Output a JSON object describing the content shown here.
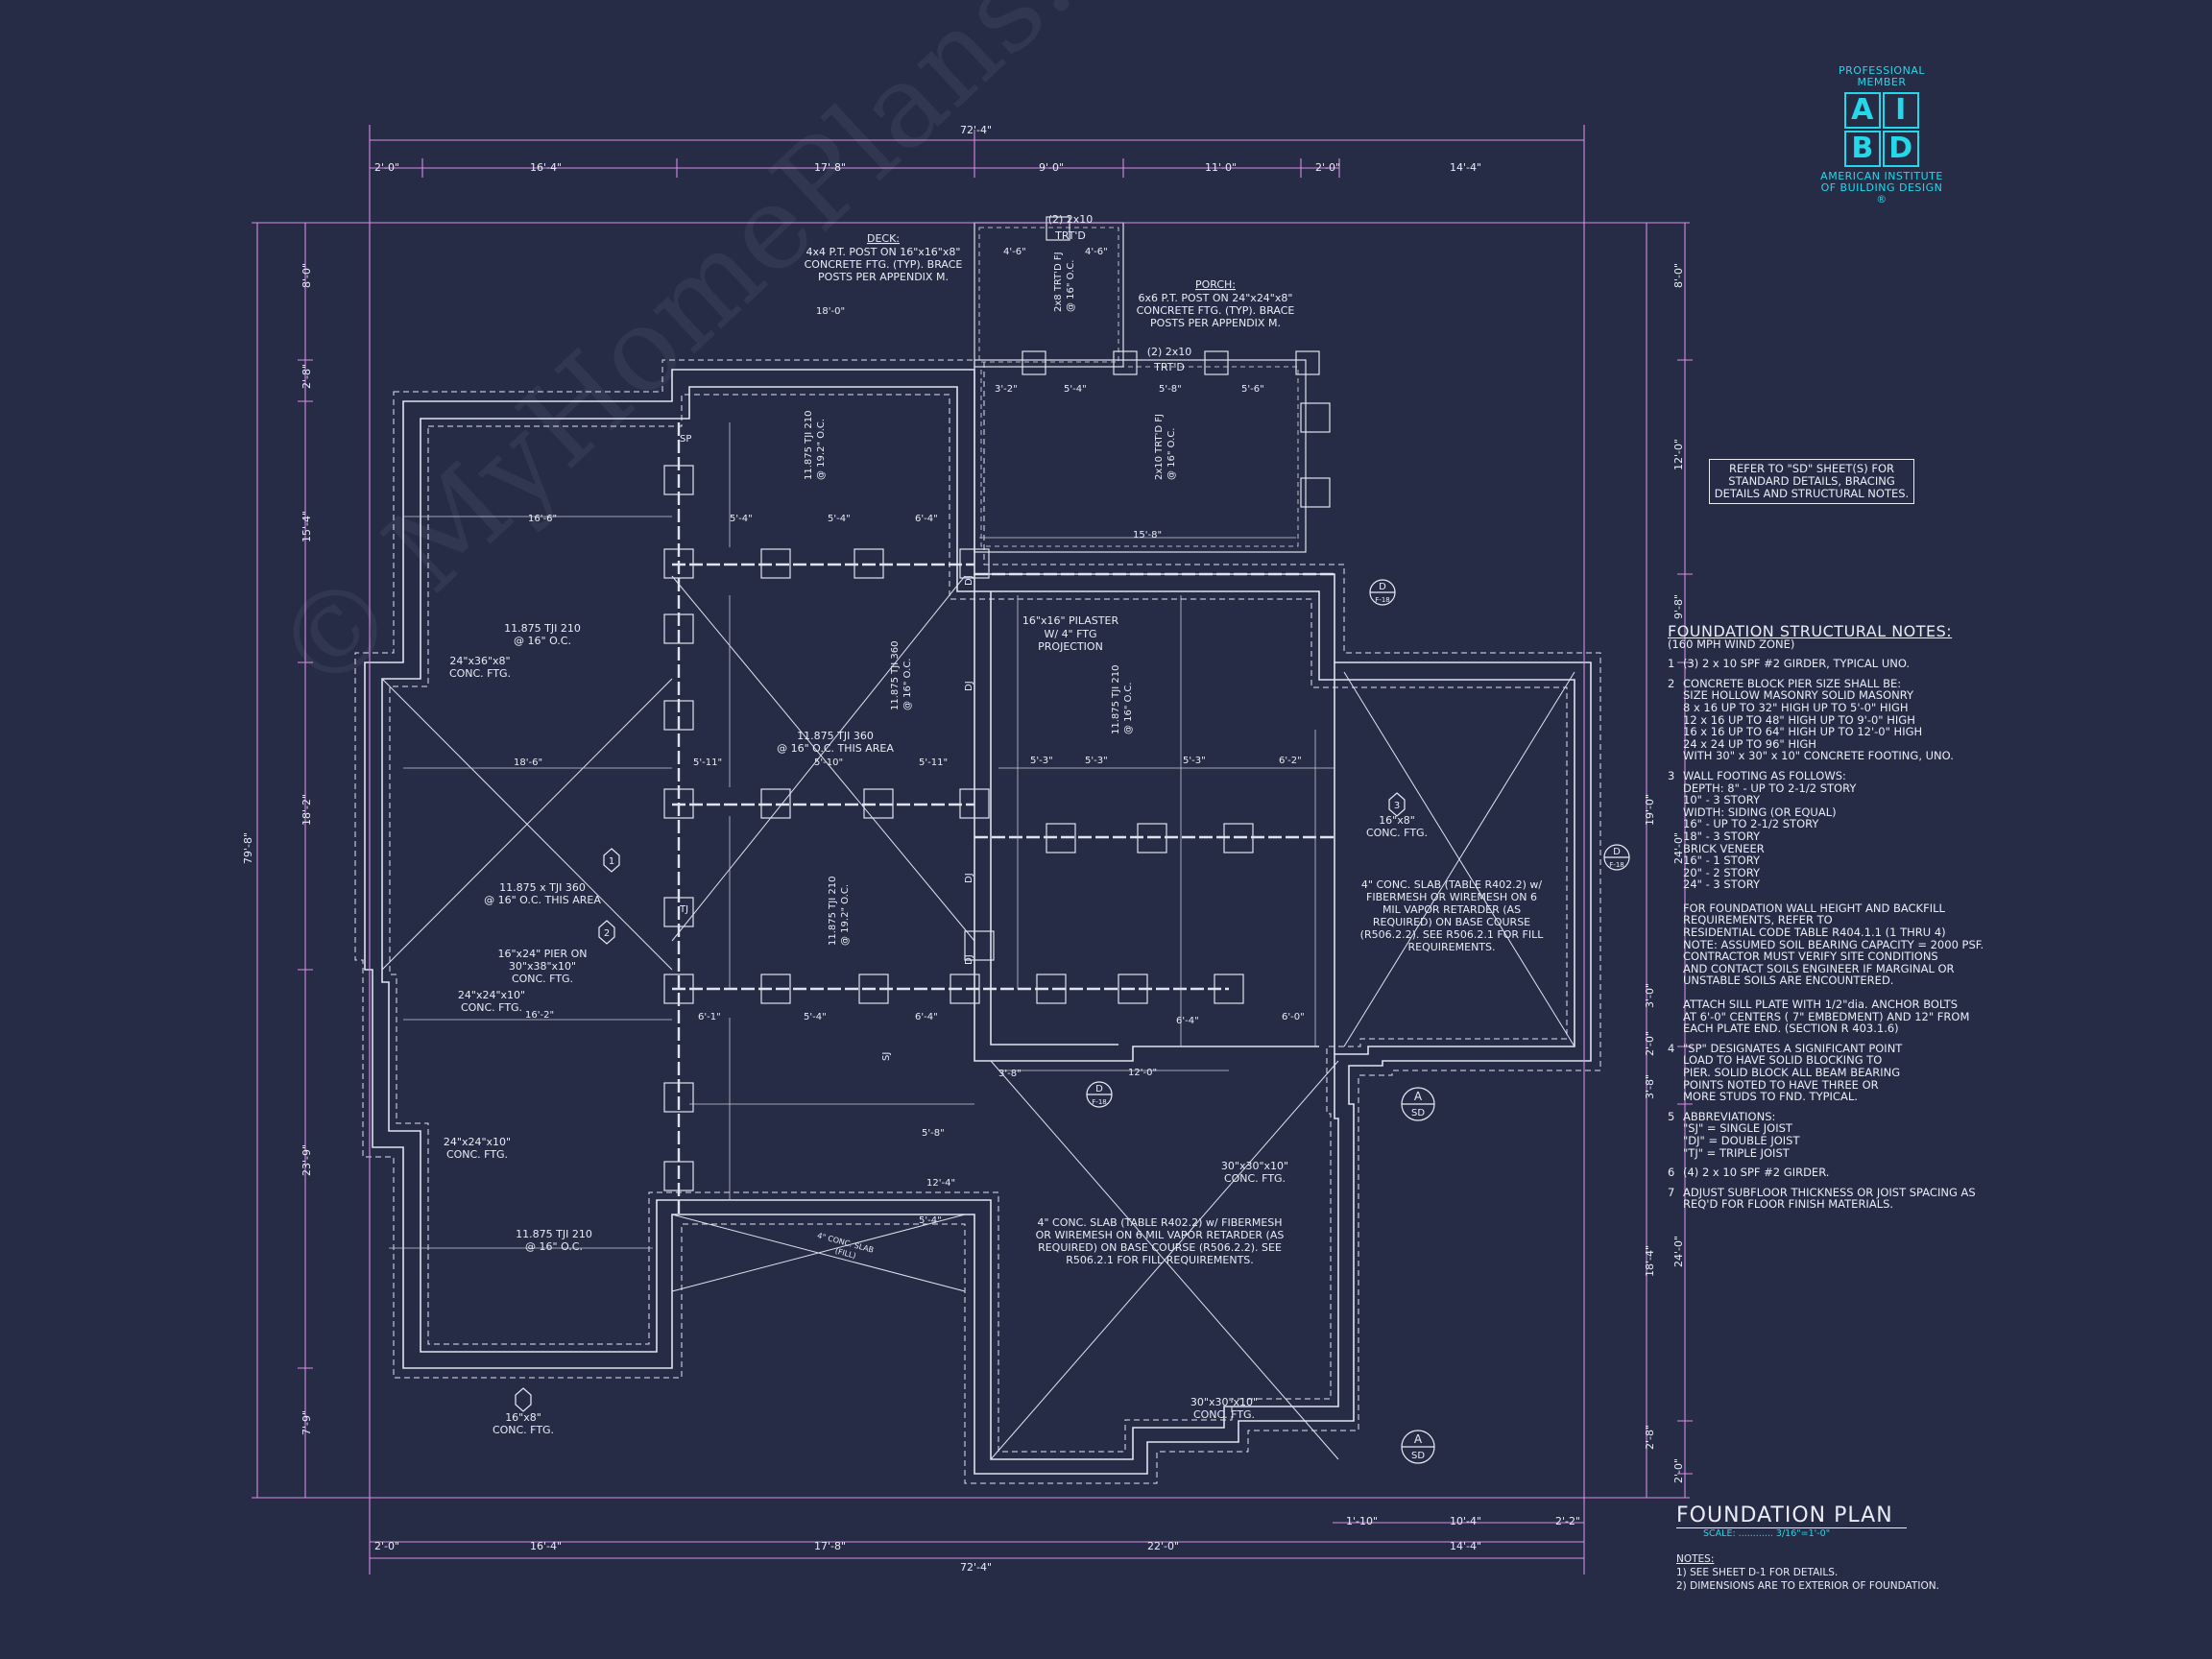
{
  "logo": {
    "top_text": "PROFESSIONAL MEMBER",
    "letters": [
      "A",
      "I",
      "B",
      "D"
    ],
    "bottom_text": "AMERICAN INSTITUTE OF BUILDING DESIGN",
    "registered": "®"
  },
  "ref_note": "REFER TO \"SD\" SHEET(S) FOR STANDARD DETAILS, BRACING DETAILS AND STRUCTURAL NOTES.",
  "notes": {
    "title": "FOUNDATION STRUCTURAL NOTES:",
    "subtitle": "(160 MPH WIND ZONE)",
    "items": [
      {
        "num": "1",
        "lines": [
          "(3) 2 x 10 SPF #2 GIRDER, TYPICAL UNO."
        ]
      },
      {
        "num": "2",
        "lines": [
          "CONCRETE BLOCK PIER SIZE SHALL BE:",
          "SIZE    HOLLOW MASONRY    SOLID MASONRY",
          "8 x 16    UP TO 32\" HIGH    UP TO 5'-0\" HIGH",
          "12 x 16    UP TO 48\" HIGH    UP TO 9'-0\" HIGH",
          "16 x 16    UP TO 64\" HIGH    UP TO 12'-0\" HIGH",
          "24 x 24    UP TO 96\" HIGH",
          "WITH 30\" x 30\" x 10\" CONCRETE FOOTING, UNO."
        ]
      },
      {
        "num": "3",
        "lines": [
          "WALL FOOTING AS FOLLOWS:",
          "DEPTH: 8\" - UP TO 2-1/2 STORY",
          "10\" - 3 STORY",
          "WIDTH: SIDING (OR EQUAL)",
          "16\" - UP TO 2-1/2 STORY",
          "18\" - 3 STORY",
          "BRICK VENEER",
          "16\" - 1 STORY",
          "20\" - 2 STORY",
          "24\" - 3 STORY",
          " ",
          "FOR FOUNDATION WALL HEIGHT AND BACKFILL",
          "REQUIREMENTS, REFER TO",
          "RESIDENTIAL CODE TABLE R404.1.1 (1 THRU 4)",
          "NOTE: ASSUMED SOIL BEARING CAPACITY = 2000 PSF.",
          "CONTRACTOR MUST VERIFY SITE CONDITIONS",
          "AND CONTACT SOILS ENGINEER IF MARGINAL OR",
          "UNSTABLE SOILS ARE ENCOUNTERED.",
          " ",
          "ATTACH SILL PLATE WITH 1/2\"dia. ANCHOR BOLTS",
          "AT 6'-0\" CENTERS ( 7\" EMBEDMENT) AND 12\" FROM",
          "EACH PLATE END. (SECTION R 403.1.6)"
        ]
      },
      {
        "num": "4",
        "lines": [
          "\"SP\" DESIGNATES A SIGNIFICANT POINT",
          "LOAD TO HAVE SOLID BLOCKING TO",
          "PIER. SOLID BLOCK ALL BEAM BEARING",
          "POINTS NOTED TO HAVE THREE OR",
          "MORE STUDS TO FND. TYPICAL."
        ]
      },
      {
        "num": "5",
        "lines": [
          "ABBREVIATIONS:",
          "\"SJ\" = SINGLE JOIST",
          "\"DJ\" = DOUBLE JOIST",
          "\"TJ\" = TRIPLE JOIST"
        ]
      },
      {
        "num": "6",
        "lines": [
          "(4) 2 x 10 SPF #2 GIRDER."
        ]
      },
      {
        "num": "7",
        "lines": [
          "ADJUST SUBFLOOR THICKNESS OR JOIST SPACING AS",
          "REQ'D FOR FLOOR FINISH MATERIALS."
        ]
      }
    ]
  },
  "title_block": {
    "title": "FOUNDATION PLAN",
    "scale": "SCALE: ............ 3/16\"=1'-0\"",
    "notes_head": "NOTES:",
    "notes": [
      "1) SEE SHEET D-1 FOR DETAILS.",
      "2) DIMENSIONS ARE TO EXTERIOR OF FOUNDATION."
    ]
  },
  "dims": {
    "overall_top": "72'-4\"",
    "overall_bottom": "72'-4\"",
    "overall_left": "79'-8\"",
    "top": [
      "2'-0\"",
      "16'-4\"",
      "17'-8\"",
      "9'-0\"",
      "11'-0\"",
      "2'-0\"",
      "14'-4\""
    ],
    "bottom": [
      "2'-0\"",
      "16'-4\"",
      "17'-8\"",
      "22'-0\"",
      "14'-4\""
    ],
    "bottom_upper": [
      "1'-10\"",
      "10'-4\"",
      "2'-2\""
    ],
    "left": [
      "8'-0\"",
      "2'-8\"",
      "15'-4\"",
      "18'-2\"",
      "23'-9\"",
      "7'-9\""
    ],
    "right": [
      "8'-0\"",
      "12'-0\"",
      "9'-8\"",
      "19'-0\"",
      "24'-0\"",
      "3'-0\"",
      "2'-0\"",
      "3'-8\"",
      "24'-0\"",
      "18'-4\"",
      "2'-8\"",
      "2'-0\""
    ]
  },
  "callouts": {
    "deck": [
      "DECK:",
      "4x4 P.T. POST ON 16\"x16\"x8\"",
      "CONCRETE FTG. (TYP). BRACE",
      "POSTS PER APPENDIX M."
    ],
    "porch": [
      "PORCH:",
      "6x6 P.T. POST ON 24\"x24\"x8\"",
      "CONCRETE FTG. (TYP). BRACE",
      "POSTS PER APPENDIX M."
    ],
    "pilaster": [
      "16\"x16\" PILASTER",
      "W/ 4\" FTG",
      "PROJECTION"
    ],
    "ftg_24x36": [
      "24\"x36\"x8\"",
      "CONC. FTG."
    ],
    "tji_left_1": [
      "11.875 TJI 210",
      "@ 16\" O.C."
    ],
    "tji_left_2": [
      "11.875 x TJI 360",
      "@ 16\" O.C. THIS AREA"
    ],
    "tji_mid": [
      "11.875 TJI 360",
      "@ 16\" O.C. THIS AREA"
    ],
    "tji_bottom": [
      "11.875 TJI 210",
      "@ 16\" O.C."
    ],
    "pier": [
      "16\"x24\" PIER ON",
      "30\"x38\"x10\"",
      "CONC. FTG."
    ],
    "ftg_24x10": [
      "24\"x24\"x10\"",
      "CONC. FTG."
    ],
    "ftg_24x24": [
      "24\"x24\"x10\"",
      "CONC. FTG."
    ],
    "ftg_16x8": [
      "16\"x8\"",
      "CONC. FTG."
    ],
    "ftg_16x8_b": [
      "16\"x8\"",
      "CONC. FTG."
    ],
    "slab_garage": [
      "4\" CONC. SLAB (TABLE R402.2) w/",
      "FIBERMESH OR WIREMESH ON 6",
      "MIL VAPOR RETARDER (AS",
      "REQUIRED) ON BASE COURSE",
      "(R506.2.2). SEE R506.2.1 FOR FILL",
      "REQUIREMENTS."
    ],
    "slab_bottom": [
      "4\" CONC. SLAB (TABLE R402.2) w/ FIBERMESH",
      "OR WIREMESH ON 6 MIL VAPOR RETARDER (AS",
      "REQUIRED) ON BASE COURSE (R506.2.2). SEE",
      "R506.2.1 FOR FILL REQUIREMENTS."
    ],
    "ftg_30x30": [
      "30\"x30\"x10\"",
      "CONC. FTG."
    ],
    "ftg_30x30_b": [
      "30\"x30\"x10\"",
      "CONC. FTG."
    ],
    "girder_top": [
      "(2) 2x10",
      "TRT'D"
    ],
    "girder_porch": [
      "(2) 2x10",
      "TRT'D"
    ],
    "joist_deck": [
      "2x8 TRT'D FJ",
      "@ 16\" O.C."
    ],
    "joist_porch": [
      "2x10 TRT'D FJ",
      "@ 16\" O.C."
    ],
    "tji_vert_1": [
      "11.875 TJI 210",
      "@ 19.2\" O.C."
    ],
    "tji_vert_2": [
      "11.875 TJI 360",
      "@ 16\" O.C."
    ],
    "tji_vert_3": [
      "11.875 TJI 210",
      "@ 16\" O.C."
    ],
    "tji_vert_4": [
      "11.875 TJI 210",
      "@ 19.2\" O.C."
    ],
    "slab_small": [
      "4\" CONC. SLAB",
      "(FILL)"
    ],
    "interior_dims": [
      "18'-0\"",
      "16'-6\"",
      "5'-4\"",
      "5'-4\"",
      "6'-4\"",
      "15'-8\"",
      "18'-6\"",
      "5'-11\"",
      "5'-10\"",
      "5'-11\"",
      "5'-3\"",
      "5'-3\"",
      "5'-3\"",
      "6'-2\"",
      "16'-2\"",
      "6'-1\"",
      "5'-4\"",
      "6'-4\"",
      "12'-0\"",
      "5'-8\"",
      "5'-4\"",
      "3'-8\"",
      "12'-4\"",
      "6'-4\"",
      "6'-0\"",
      "4'-6\"",
      "4'-6\"",
      "3'-2\"",
      "5'-4\"",
      "5'-8\"",
      "5'-6\""
    ],
    "tags": [
      "1",
      "2",
      "3",
      "D",
      "D",
      "A",
      "A",
      "D"
    ],
    "tag_sheets": [
      "F-18",
      "F-18",
      "SD",
      "SD",
      "F-18"
    ],
    "joist_marks": [
      "SJ",
      "DJ",
      "DJ",
      "DJ",
      "DJ",
      "TJ",
      "SP"
    ]
  },
  "watermark": "© MyHomePlans.com — ILLEGAL to use for Construction — May be used for Construction"
}
